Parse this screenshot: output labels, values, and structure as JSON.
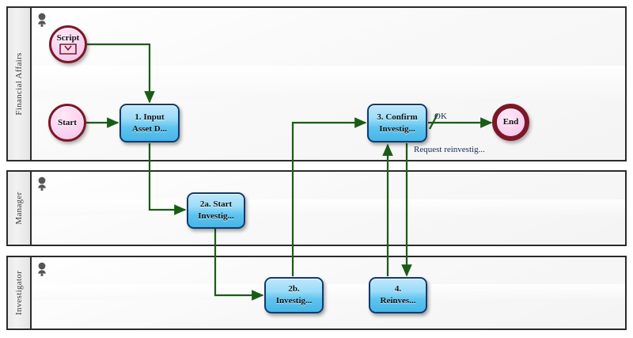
{
  "diagram": {
    "type": "bpmn-swimlane",
    "lanes": [
      {
        "id": "lane-financial-affairs",
        "label": "Financial Affairs",
        "actor_icon": "person-icon"
      },
      {
        "id": "lane-manager",
        "label": "Manager",
        "actor_icon": "person-icon"
      },
      {
        "id": "lane-investigator",
        "label": "Investigator",
        "actor_icon": "person-icon"
      }
    ],
    "nodes": [
      {
        "id": "script",
        "kind": "event",
        "variant": "script",
        "label": "Script",
        "line2": "",
        "icon": "script-icon",
        "lane": 0
      },
      {
        "id": "start",
        "kind": "event",
        "variant": "start",
        "label": "Start",
        "line2": "",
        "icon": "start-event-icon",
        "lane": 0
      },
      {
        "id": "task1",
        "kind": "task",
        "variant": "task",
        "label": "1. Input",
        "line2": "Asset D...",
        "lane": 0
      },
      {
        "id": "task3",
        "kind": "task",
        "variant": "task",
        "label": "3. Confirm",
        "line2": "Investig...",
        "lane": 0
      },
      {
        "id": "end",
        "kind": "event",
        "variant": "end",
        "label": "End",
        "line2": "",
        "icon": "end-event-icon",
        "lane": 0
      },
      {
        "id": "task2a",
        "kind": "task",
        "variant": "task",
        "label": "2a. Start",
        "line2": "Investig...",
        "lane": 1
      },
      {
        "id": "task2b",
        "kind": "task",
        "variant": "task",
        "label": "2b.",
        "line2": "Investig...",
        "lane": 2
      },
      {
        "id": "task4",
        "kind": "task",
        "variant": "task",
        "label": "4.",
        "line2": "Reinves...",
        "lane": 2
      }
    ],
    "edge_labels": {
      "ok": "OK",
      "request_reinvestigation": "Request reinvestig..."
    },
    "colors": {
      "connector": "#1a5c17",
      "task_border": "#123a6b",
      "task_fill": "#6cc9f0",
      "event_border": "#7d1728",
      "event_fill": "#f7d4ef",
      "lane_header": "#ececec",
      "frame": "#2b2b2b",
      "label_text": "#1b2a52"
    }
  }
}
